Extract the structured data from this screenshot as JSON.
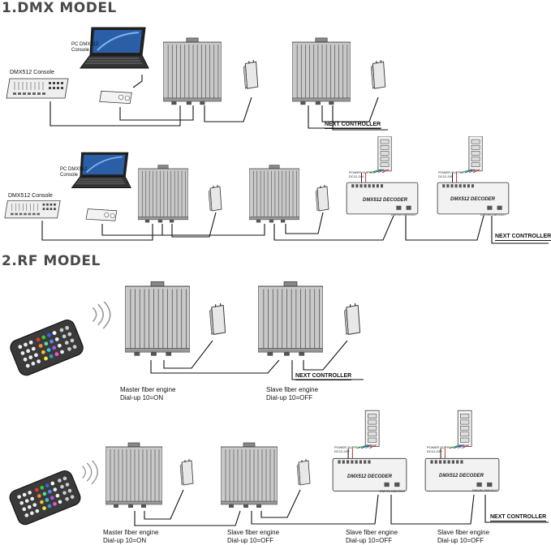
{
  "sections": {
    "dmx_title": "1.DMX MODEL",
    "rf_title": "2.RF MODEL"
  },
  "labels": {
    "pc_dmx512_console": "PC DMX512\nConsole",
    "pc_dmx512_console_b": "PC DMX512\nConsole",
    "dmx512_console": "DMX512 Console",
    "dmx512_console_b": "DMX512 Console",
    "next_controller": "NEXT CONTROLLER",
    "dmx512_decoder": "DMX512 DECODER",
    "power_supply": "POWER SUPPLY\nDC12-24V",
    "dmxin_dmxout": "DMXIN  DMXOUT",
    "master_fiber_engine": "Master fiber engine\nDial-up 10=ON",
    "slave_fiber_engine": "Slave fiber engine\nDial-up 10=OFF"
  }
}
